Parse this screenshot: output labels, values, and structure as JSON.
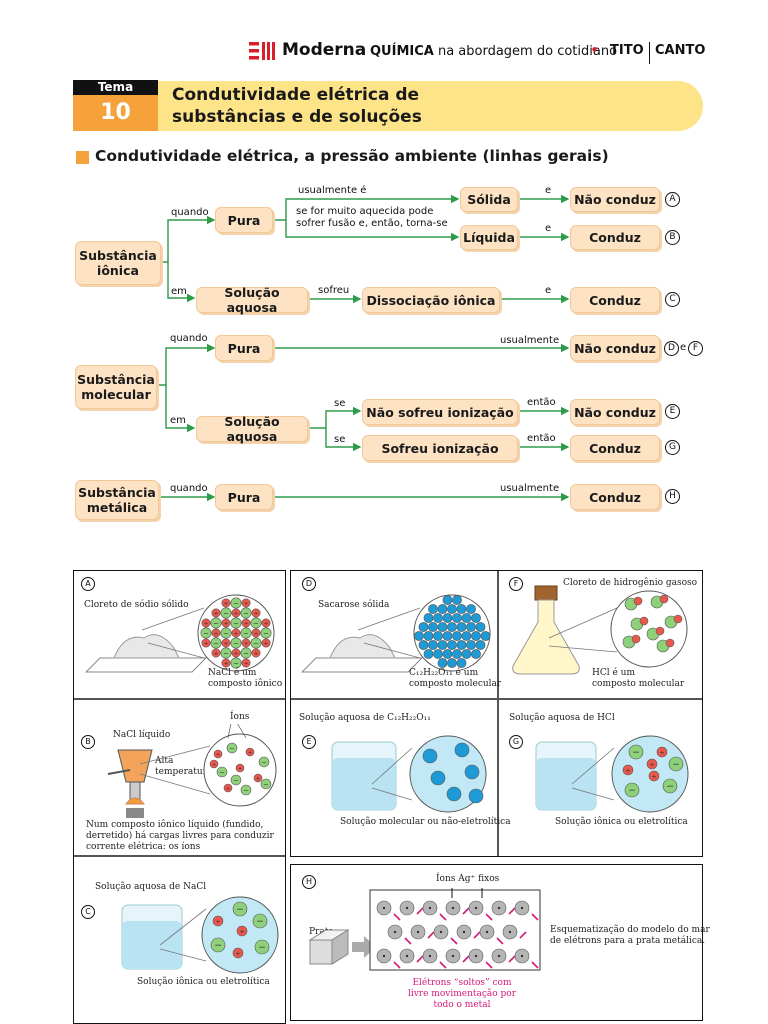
{
  "header": {
    "brand": "Moderna",
    "book_bold": "QUÍMICA",
    "book_rest": " na abordagem do cotidiano",
    "author1": "TITO",
    "author2": "CANTO",
    "brand_color": "#d81e2b"
  },
  "tema": {
    "label": "Tema",
    "number": "10",
    "title_line1": "Condutividade elétrica de",
    "title_line2": "substâncias e de soluções"
  },
  "section": {
    "title": "Condutividade elétrica, a pressão ambiente (linhas gerais)"
  },
  "diagram": {
    "ionic": {
      "root": "Substância\niônica",
      "pura": "Pura",
      "solida": "Sólida",
      "liquida": "Líquida",
      "nao_conduz": "Não conduz",
      "conduz_liq": "Conduz",
      "solucao": "Solução aquosa",
      "dissociacao": "Dissociação iônica",
      "conduz_sol": "Conduz",
      "lbl_quando": "quando",
      "lbl_em": "em",
      "lbl_usualmente": "usualmente é",
      "lbl_fusao": "se for muito aquecida pode\nsofrer fusão e, então, torna-se",
      "lbl_e1": "e",
      "lbl_e2": "e",
      "lbl_sofreu": "sofreu",
      "lbl_e3": "e"
    },
    "molecular": {
      "root": "Substância\nmolecular",
      "pura": "Pura",
      "nao_conduz_pura": "Não conduz",
      "solucao": "Solução aquosa",
      "nao_sofreu": "Não sofreu ionização",
      "sofreu": "Sofreu ionização",
      "nao_conduz_sol": "Não conduz",
      "conduz_sol": "Conduz",
      "lbl_quando": "quando",
      "lbl_usualmente": "usualmente",
      "lbl_em": "em",
      "lbl_se1": "se",
      "lbl_se2": "se",
      "lbl_entao1": "então",
      "lbl_entao2": "então"
    },
    "metalica": {
      "root": "Substância\nmetálica",
      "pura": "Pura",
      "conduz": "Conduz",
      "lbl_quando": "quando",
      "lbl_usualmente": "usualmente"
    },
    "refs": {
      "A": "A",
      "B": "B",
      "C": "C",
      "D": "D",
      "E": "E",
      "F": "F",
      "G": "G",
      "H": "H",
      "e_join": "e"
    }
  },
  "panels": {
    "A": {
      "title": "Cloreto de sódio sólido",
      "caption": "NaCl é um\ncomposto iônico"
    },
    "B": {
      "title": "NaCl líquido",
      "ions": "Íons",
      "temp": "Alta\ntemperatura",
      "caption": "Num composto iônico líquido (fundido,\nderretido) há cargas livres para conduzir\ncorrente elétrica: os íons"
    },
    "C": {
      "title": "Solução aquosa de NaCl",
      "caption": "Solução iônica ou eletrolítica"
    },
    "D": {
      "title": "Sacarose sólida",
      "caption_pre": "C",
      "caption_formula": "12H22O11",
      "caption": "C₁₂H₂₂O₁₁ é um\ncomposto molecular"
    },
    "E": {
      "title": "Solução aquosa de C₁₂H₂₂O₁₁",
      "caption": "Solução molecular ou não-eletrolítica"
    },
    "F": {
      "title": "Cloreto de hidrogênio gasoso",
      "caption": "HCl é um\ncomposto molecular"
    },
    "G": {
      "title": "Solução aquosa de HCl",
      "caption": "Solução iônica ou eletrolítica"
    },
    "H": {
      "prata": "Prata",
      "ions_fixos": "Íons Ag⁺ fixos",
      "eletrons": "Elétrons “soltos” com\nlivre movimentação por\ntodo o metal",
      "desc": "Esquematização do modelo do mar\nde elétrons para a prata metálica."
    }
  },
  "colors": {
    "node_fill": "#fde3c4",
    "arrow": "#2e9b4a",
    "banner": "#fde488",
    "tema_orange": "#f5a23a",
    "ion_red": "#e8584c",
    "ion_green": "#8fd07a",
    "molecule_blue": "#1e9ad6",
    "electron_pink": "#d6197c"
  }
}
